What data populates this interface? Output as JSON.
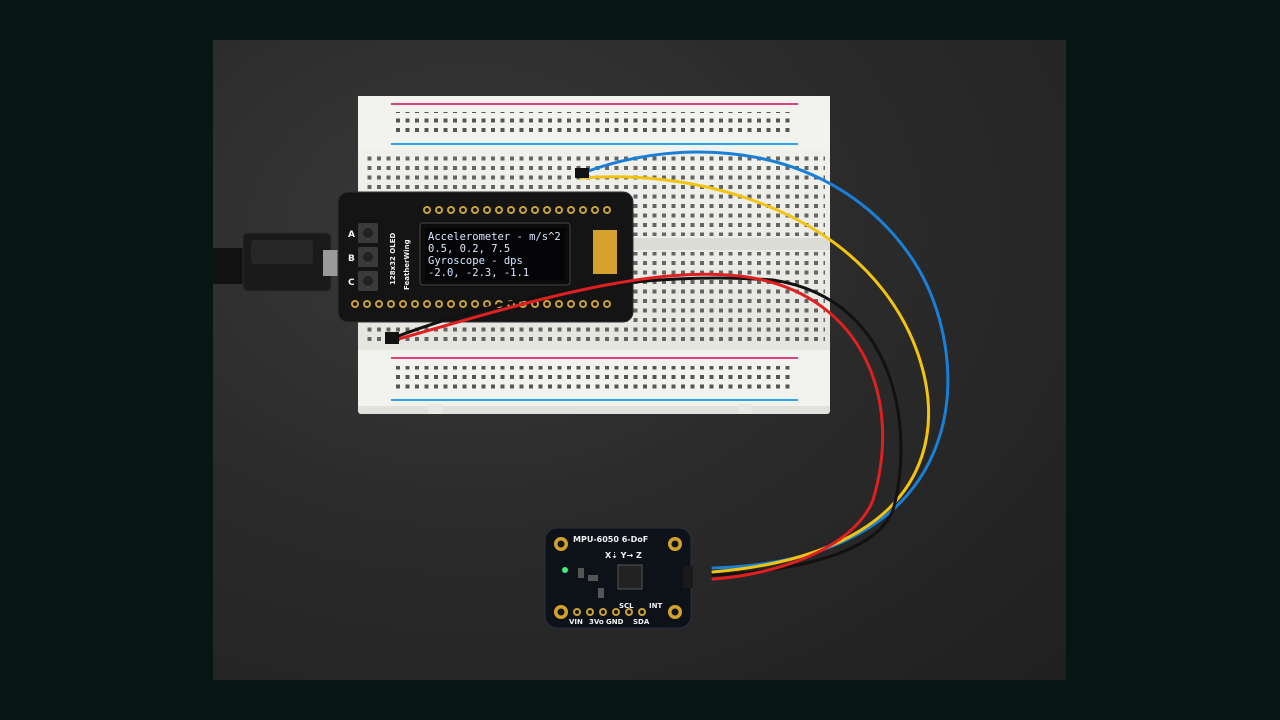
{
  "oled": {
    "line1": "Accelerometer - m/s^2",
    "line2": "0.5, 0.2, 7.5",
    "line3": "Gyroscope - dps",
    "line4": "-2.0, -2.3, -1.1"
  },
  "feather": {
    "label_featherwing": "FeatherWing",
    "label_oled": "128x32 OLED",
    "button_a": "A",
    "button_b": "B",
    "button_c": "C"
  },
  "sensor": {
    "title": "MPU-6050 6-DoF",
    "axes": "X⇣ Y→ Z",
    "pin_vin": "VIN",
    "pin_3vo": "3Vo",
    "pin_gnd": "GND",
    "pin_scl": "SCL",
    "pin_sda": "SDA",
    "pin_int": "INT"
  },
  "colors": {
    "wire_blue": "#1a7fd6",
    "wire_yellow": "#f2c40f",
    "wire_red": "#e02020",
    "wire_black": "#111111",
    "rail_red": "#e04080",
    "rail_blue": "#2aa6e8"
  }
}
